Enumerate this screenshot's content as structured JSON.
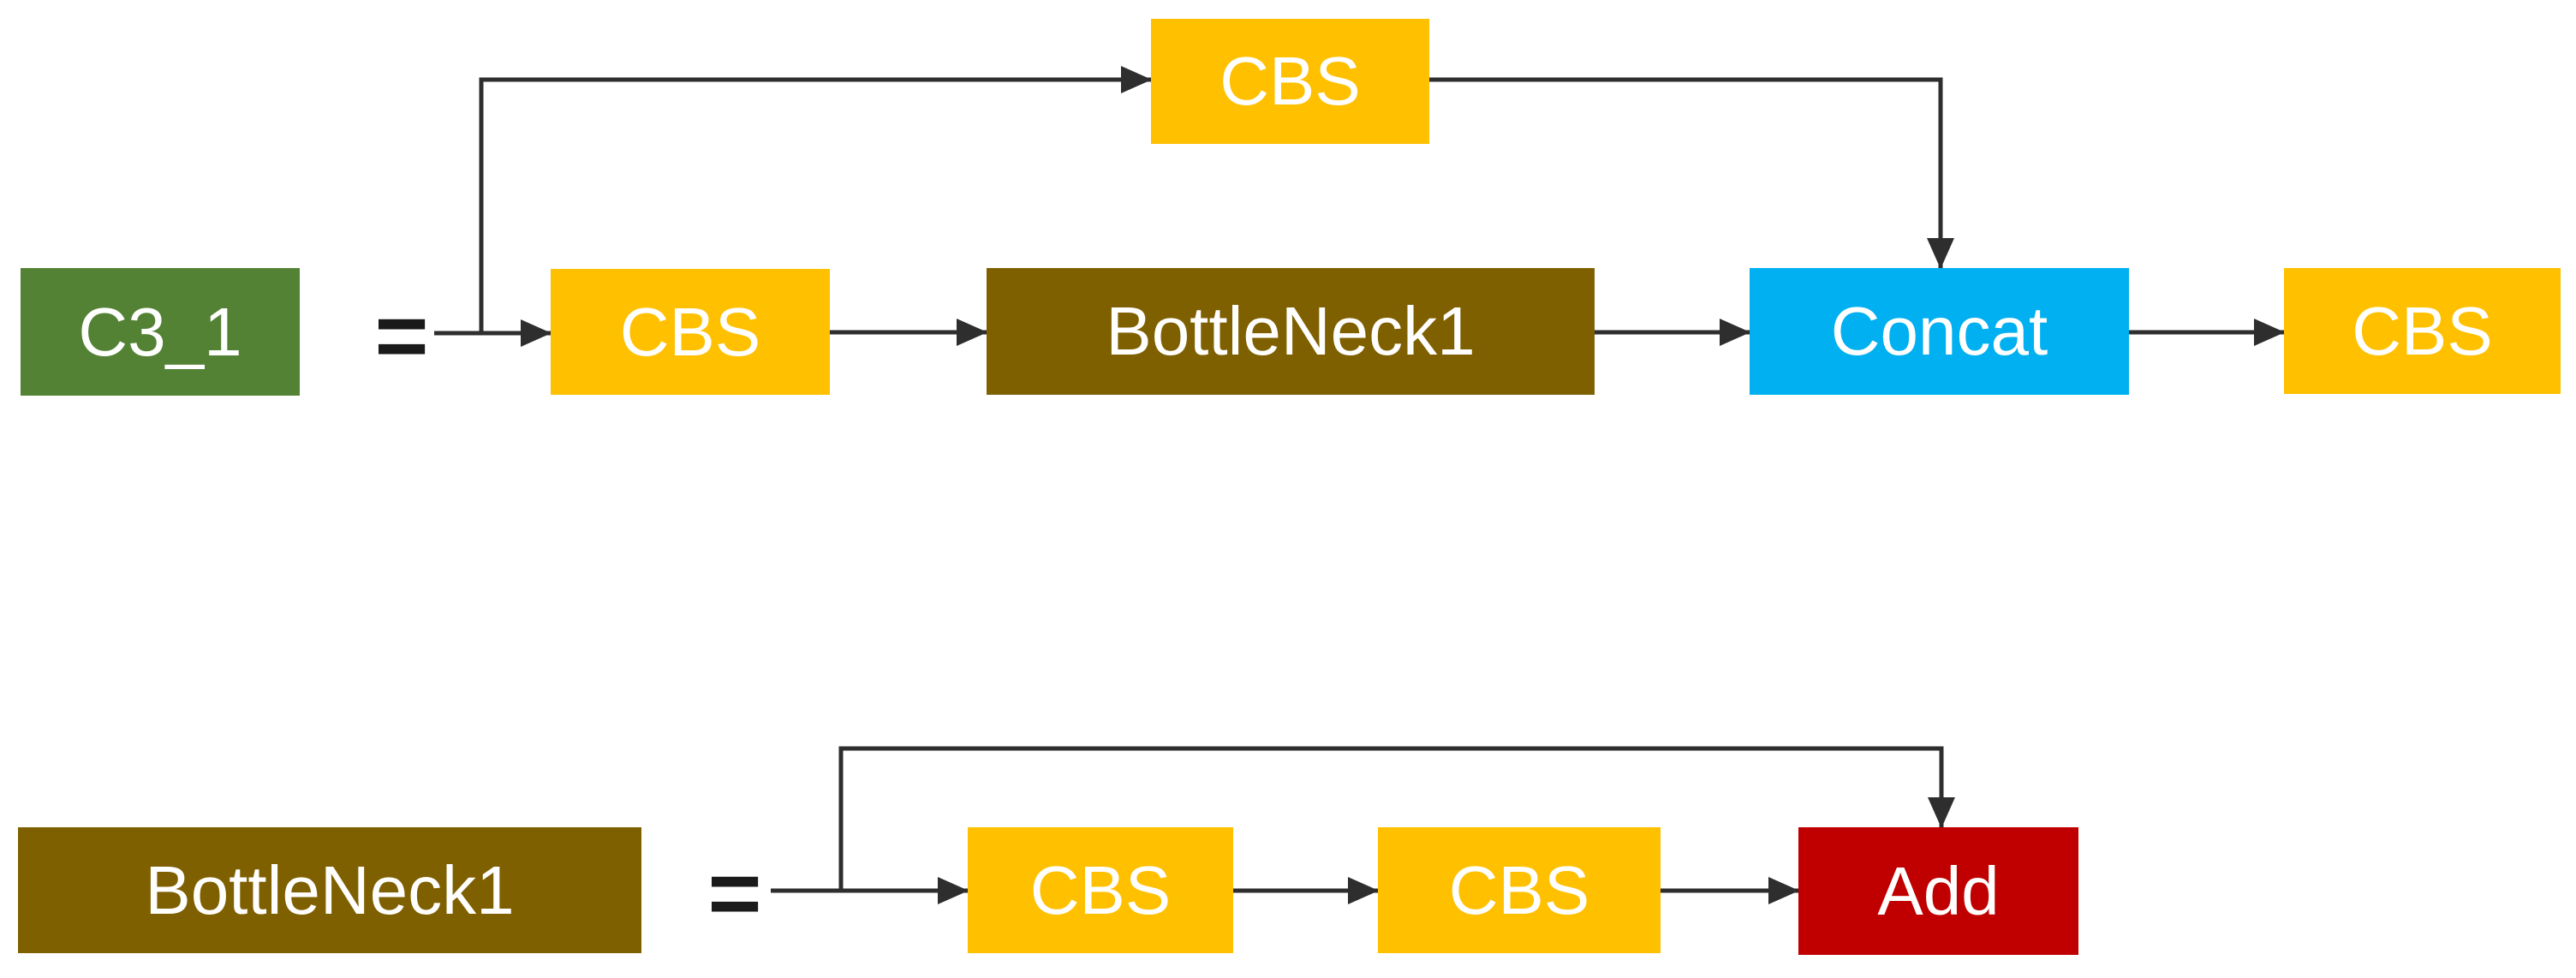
{
  "colors": {
    "background": "#FFFFFF",
    "line": "#2E2E2E",
    "label_text": "#FFFFFF",
    "equals_text": "#1A1A1A",
    "gold": "#FFC000",
    "green": "#548235",
    "olive": "#7F6000",
    "blue": "#00B0F0",
    "red": "#C00000"
  },
  "equation_top": {
    "lhs": {
      "label": "C3_1",
      "fill": "#548235"
    },
    "equals": "=",
    "shortcut_node": {
      "label": "CBS",
      "fill": "#FFC000"
    },
    "main_path": [
      {
        "label": "CBS",
        "fill": "#FFC000"
      },
      {
        "label": "BottleNeck1",
        "fill": "#7F6000"
      },
      {
        "label": "Concat",
        "fill": "#00B0F0"
      },
      {
        "label": "CBS",
        "fill": "#FFC000"
      }
    ]
  },
  "equation_bottom": {
    "lhs": {
      "label": "BottleNeck1",
      "fill": "#7F6000"
    },
    "equals": "=",
    "main_path": [
      {
        "label": "CBS",
        "fill": "#FFC000"
      },
      {
        "label": "CBS",
        "fill": "#FFC000"
      },
      {
        "label": "Add",
        "fill": "#C00000"
      }
    ]
  }
}
